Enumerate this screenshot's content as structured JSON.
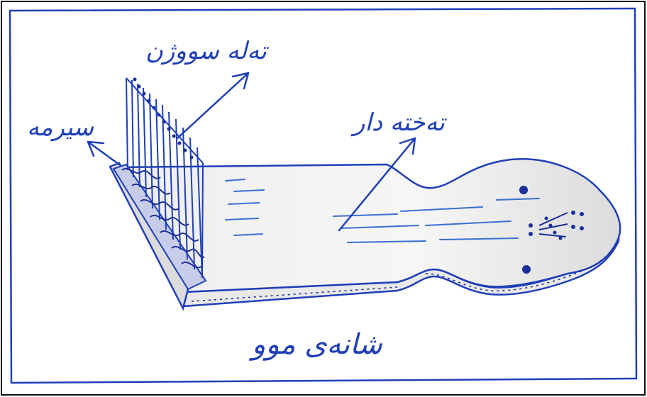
{
  "labels": {
    "needles": "تەلە سووژن",
    "antimony": "سیرمە",
    "wood_board": "تەختە دار",
    "title": "شانەی موو"
  },
  "colors": {
    "ink": "#1f3fb8",
    "frame": "#111111",
    "paper": "#ffffff",
    "shading": "#d9d9d9"
  }
}
